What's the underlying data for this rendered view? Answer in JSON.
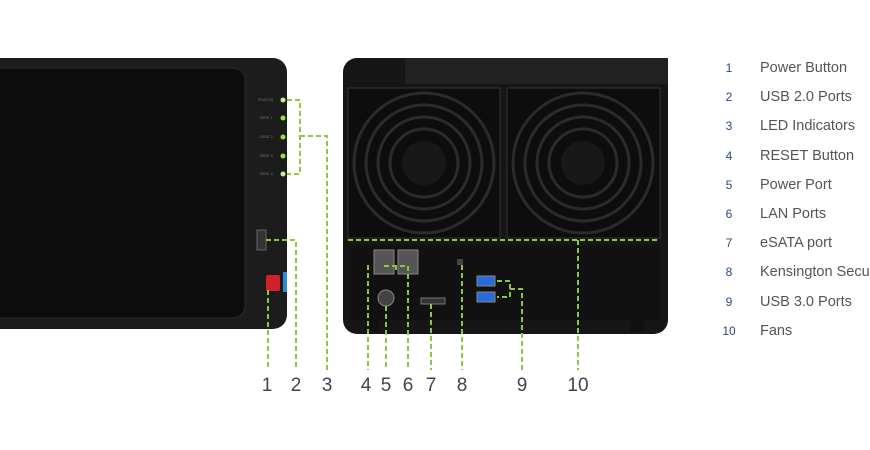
{
  "legend": [
    {
      "num": "1",
      "label": "Power Button"
    },
    {
      "num": "2",
      "label": "USB 2.0 Ports"
    },
    {
      "num": "3",
      "label": "LED Indicators"
    },
    {
      "num": "4",
      "label": "RESET Button"
    },
    {
      "num": "5",
      "label": "Power Port"
    },
    {
      "num": "6",
      "label": "LAN Ports"
    },
    {
      "num": "7",
      "label": "eSATA port"
    },
    {
      "num": "8",
      "label": "Kensington Secu"
    },
    {
      "num": "9",
      "label": "USB 3.0 Ports"
    },
    {
      "num": "10",
      "label": "Fans"
    }
  ],
  "callouts": [
    "1",
    "2",
    "3",
    "4",
    "5",
    "6",
    "7",
    "8",
    "9",
    "10"
  ],
  "led_labels": [
    "STATUS",
    "DISK 1",
    "DISK 2",
    "DISK 3",
    "DISK 4"
  ],
  "colors": {
    "callout_line": "#8dc63f",
    "device": "#1a1a1a",
    "led": "#9be04a",
    "power_button": "#d0202a",
    "accent_blue": "#2a8ad8"
  }
}
